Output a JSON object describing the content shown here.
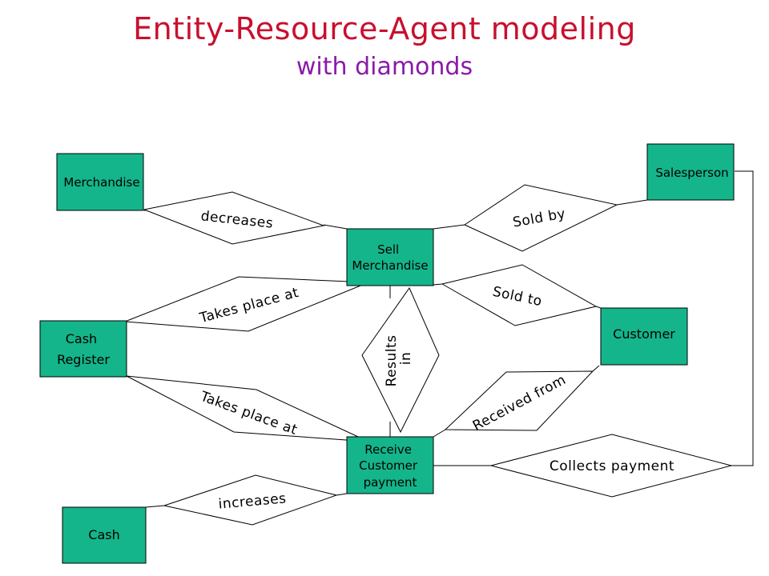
{
  "title": "Entity-Resource-Agent modeling",
  "subtitle": "with diamonds",
  "entities": {
    "merchandise": "Merchandise",
    "salesperson": "Salesperson",
    "sell_merchandise": [
      "Sell",
      "Merchandise"
    ],
    "cash_register": [
      "Cash",
      "Register"
    ],
    "customer": "Customer",
    "receive_payment": [
      "Receive",
      "Customer",
      "payment"
    ],
    "cash": "Cash"
  },
  "relationships": {
    "decreases": "decreases",
    "sold_by": "Sold by",
    "takes_place_at_1": "Takes place at",
    "sold_to": "Sold to",
    "results_in": [
      "Results",
      "in"
    ],
    "takes_place_at_2": "Takes place at",
    "received_from": "Received from",
    "collects_payment": "Collects payment",
    "increases": "increases"
  }
}
